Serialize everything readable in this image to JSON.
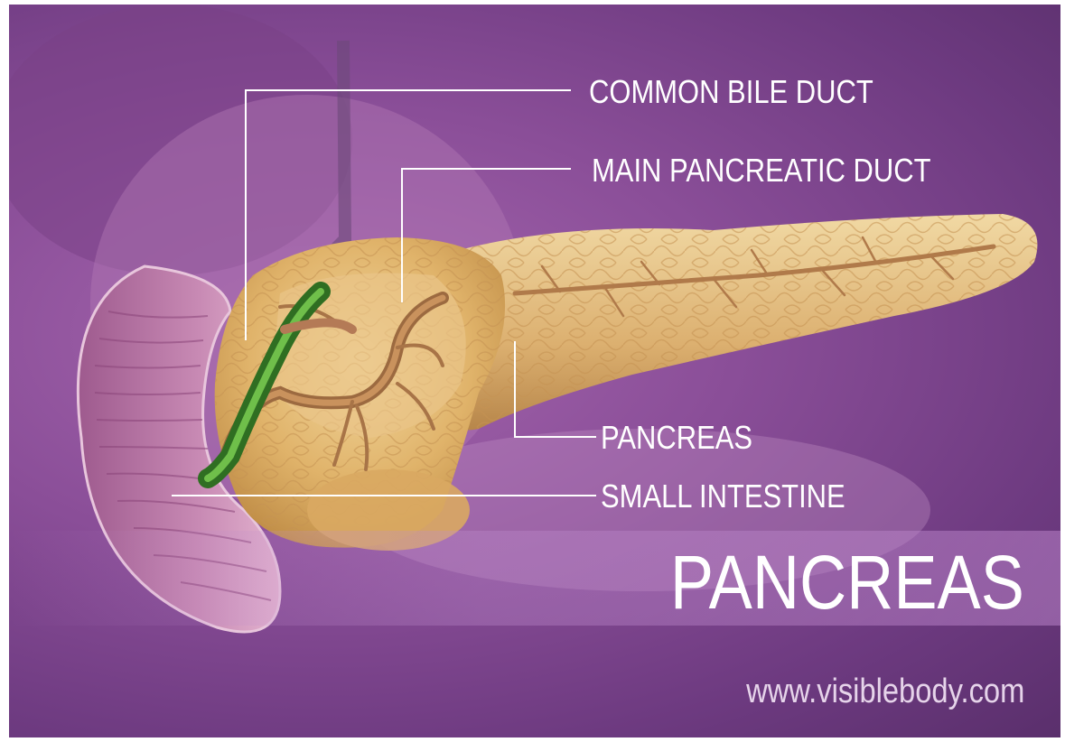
{
  "labels": {
    "common_bile_duct": "COMMON BILE DUCT",
    "main_pancreatic_duct": "MAIN PANCREATIC DUCT",
    "pancreas": "PANCREAS",
    "small_intestine": "SMALL INTESTINE"
  },
  "title": "PANCREAS",
  "website": "www.visiblebody.com",
  "colors": {
    "background": "#8a4e98",
    "pancreas": "#e0b36a",
    "duct": "#b07a4a",
    "bile_duct": "#3f8a2e",
    "intestine": "#c98bb4",
    "leader_line": "#ffffff"
  }
}
